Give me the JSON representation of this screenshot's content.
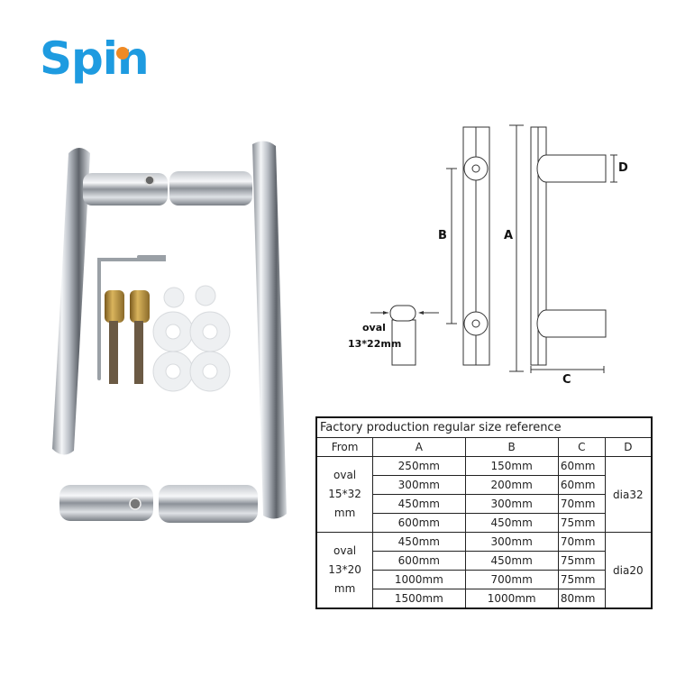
{
  "brand": {
    "logo_text": "Spin",
    "logo_color": "#1e9be0",
    "logo_dot_color": "#f08a24"
  },
  "photo": {
    "description": "Stainless steel ladder pull door handle with mounting kit",
    "items": [
      "handle-bar-left",
      "handle-bar-right",
      "standoff-top",
      "standoff-bottom",
      "allen-key",
      "brass-screws",
      "plastic-washers"
    ]
  },
  "diagram": {
    "labels": {
      "a": "A",
      "b": "B",
      "c": "C",
      "d": "D",
      "oval_line1": "oval",
      "oval_line2": "13*22mm"
    }
  },
  "table": {
    "title": "Factory production regular size reference",
    "headers": [
      "From",
      "A",
      "B",
      "C",
      "D"
    ],
    "groups": [
      {
        "from": [
          "oval",
          "15*32",
          "mm"
        ],
        "d": "dia32",
        "rows": [
          {
            "a": "250mm",
            "b": "150mm",
            "c": "60mm"
          },
          {
            "a": "300mm",
            "b": "200mm",
            "c": "60mm"
          },
          {
            "a": "450mm",
            "b": "300mm",
            "c": "70mm"
          },
          {
            "a": "600mm",
            "b": "450mm",
            "c": "75mm"
          }
        ]
      },
      {
        "from": [
          "oval",
          "13*20",
          "mm"
        ],
        "d": "dia20",
        "rows": [
          {
            "a": "450mm",
            "b": "300mm",
            "c": "70mm"
          },
          {
            "a": "600mm",
            "b": "450mm",
            "c": "75mm"
          },
          {
            "a": "1000mm",
            "b": "700mm",
            "c": "75mm"
          },
          {
            "a": "1500mm",
            "b": "1000mm",
            "c": "80mm"
          }
        ]
      }
    ]
  }
}
